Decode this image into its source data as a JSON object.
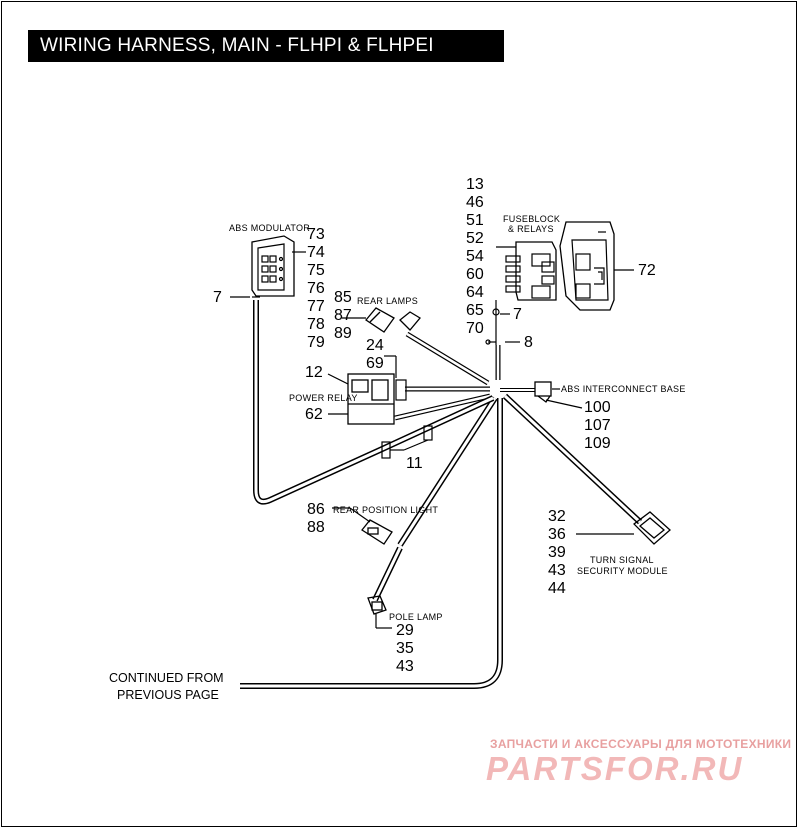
{
  "title": "WIRING HARNESS, MAIN - FLHPI & FLHPEI",
  "labels": {
    "abs_modulator": "ABS MODULATOR",
    "fuseblock_relays_1": "FUSEBLOCK",
    "fuseblock_relays_2": "& RELAYS",
    "rear_lamps": "REAR LAMPS",
    "power_relay": "POWER RELAY",
    "abs_interconnect_base": "ABS INTERCONNECT BASE",
    "rear_position_light": "REAR POSITION LIGHT",
    "turn_signal_1": "TURN SIGNAL",
    "turn_signal_2": "SECURITY MODULE",
    "pole_lamp": "POLE LAMP",
    "continued_1": "CONTINUED FROM",
    "continued_2": "PREVIOUS PAGE"
  },
  "callouts": {
    "abs_modulator": [
      "73",
      "74",
      "75",
      "76",
      "77",
      "78",
      "79"
    ],
    "abs_modulator_left": "7",
    "fuseblock": [
      "13",
      "46",
      "51",
      "52",
      "54",
      "60",
      "64",
      "65",
      "70"
    ],
    "fuseblock_cover": "72",
    "fuseblock_lead": "7",
    "lead_8": "8",
    "rear_lamps": [
      "85",
      "87",
      "89"
    ],
    "connector_24_69": [
      "24",
      "69"
    ],
    "power_relay_top": "12",
    "power_relay_bottom": "62",
    "harness_clip": "11",
    "abs_interconnect": [
      "100",
      "107",
      "109"
    ],
    "rear_position": [
      "86",
      "88"
    ],
    "turn_signal": [
      "32",
      "36",
      "39",
      "43",
      "44"
    ],
    "pole_lamp": [
      "29",
      "35",
      "43"
    ]
  },
  "watermark": {
    "line1": "ЗАПЧАСТИ И АКСЕССУАРЫ ДЛЯ МОТОТЕХНИКИ",
    "line2": "PARTSFOR.RU"
  },
  "colors": {
    "ink": "#000000",
    "title_bg": "#000000",
    "title_text": "#ffffff",
    "watermark": "#f2b8b8"
  }
}
